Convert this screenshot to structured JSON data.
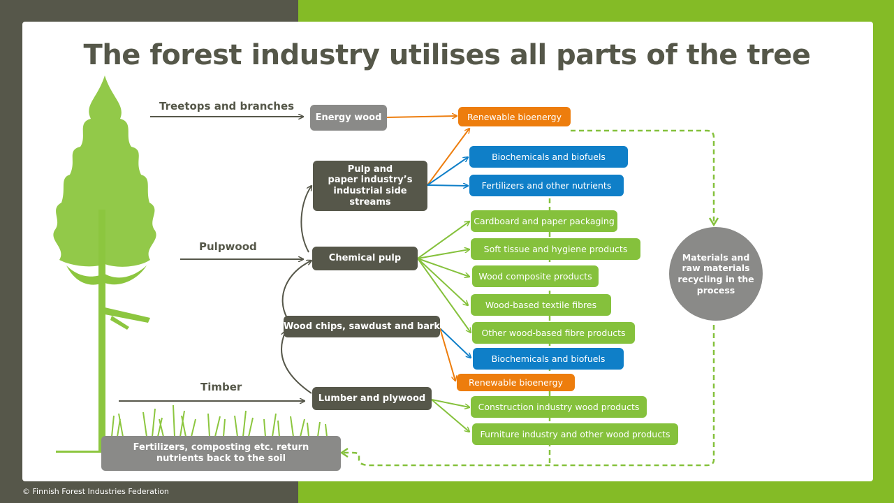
{
  "title": "The forest industry utilises all parts of the tree",
  "footer": "© Finnish Forest Industries Federation",
  "colors": {
    "dark": "#56574a",
    "gray": "#8a8a88",
    "orange": "#ed7d0d",
    "blue": "#0f7fc8",
    "green": "#85c13c",
    "bg_green": "#84bb26"
  },
  "icons": [
    "tree-illustration",
    "grass-illustration"
  ],
  "labels": {
    "treetops": "Treetops and branches",
    "pulpwood": "Pulpwood",
    "timber": "Timber"
  },
  "nodes": {
    "energy_wood": "Energy wood",
    "side_streams": "Pulp and\npaper industry’s\nindustrial side streams",
    "chemical_pulp": "Chemical pulp",
    "wood_chips": "Wood chips, sawdust and bark",
    "lumber": "Lumber and plywood",
    "fertilizers_soil": "Fertilizers, composting etc. return\nnutrients back to the soil",
    "recycling": "Materials and\nraw materials\nrecycling in the\nprocess"
  },
  "products": {
    "bioenergy_1": "Renewable bioenergy",
    "biochem_1": "Biochemicals and biofuels",
    "fertilizers": "Fertilizers and other nutrients",
    "cardboard": "Cardboard and paper packaging",
    "tissue": "Soft tissue and hygiene products",
    "composite": "Wood composite products",
    "textile": "Wood-based textile fibres",
    "other_fibre": "Other wood-based fibre products",
    "biochem_2": "Biochemicals and biofuels",
    "bioenergy_2": "Renewable bioenergy",
    "construction": "Construction industry wood products",
    "furniture": "Furniture industry and other wood products"
  }
}
